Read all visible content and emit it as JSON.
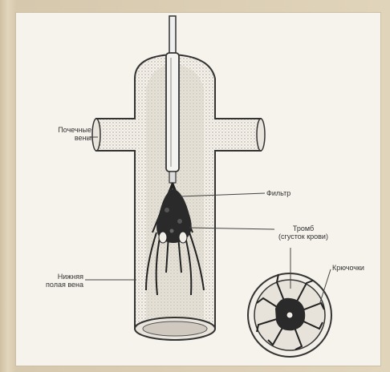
{
  "labels": {
    "renal_veins": [
      "Почечные",
      "вены"
    ],
    "filter": "Фильтр",
    "thrombus": [
      "Тромб",
      "(сгусток крови)"
    ],
    "inferior_vena_cava": [
      "Нижняя",
      "полая вена"
    ],
    "hooks": "Крючочки"
  },
  "colors": {
    "paper": "#f6f3ec",
    "ink": "#333333",
    "shading": "#b9b3a8",
    "clot": "#2a2a2a"
  }
}
